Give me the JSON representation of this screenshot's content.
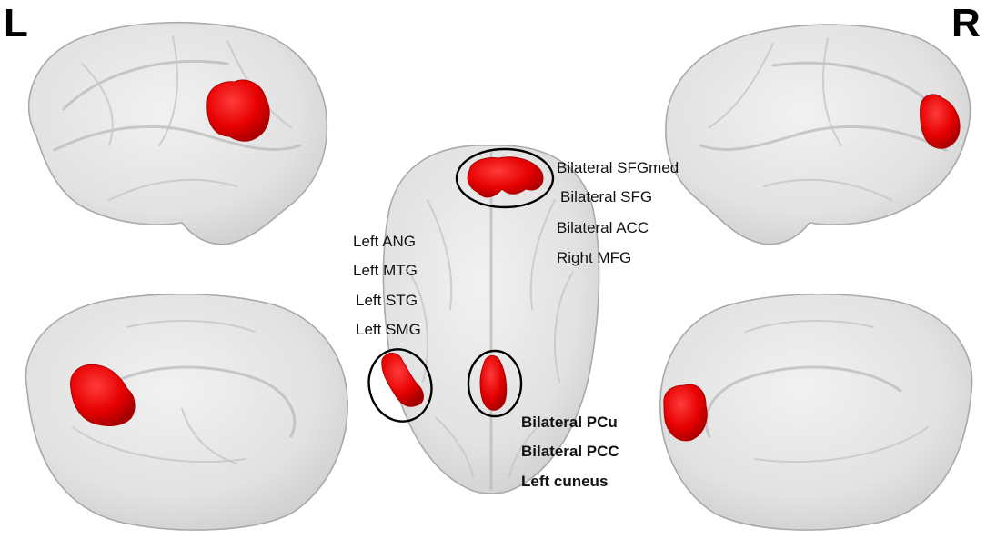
{
  "hemisphere_labels": {
    "left": "L",
    "right": "R"
  },
  "region_colors": {
    "cluster": "#e60000",
    "brain_surface": "#e3e3e3",
    "outline": "#000000"
  },
  "clusters": [
    {
      "id": "frontal",
      "labels": [
        "Bilateral SFGmed",
        "Bilateral SFG",
        "Bilateral ACC",
        "Right MFG"
      ],
      "bold": false
    },
    {
      "id": "left-parietal",
      "labels": [
        "Left ANG",
        "Left MTG",
        "Left STG",
        "Left SMG"
      ],
      "bold": false
    },
    {
      "id": "posterior-midline",
      "labels": [
        "Bilateral PCu",
        "Bilateral PCC",
        "Left cuneus"
      ],
      "bold": true
    }
  ]
}
